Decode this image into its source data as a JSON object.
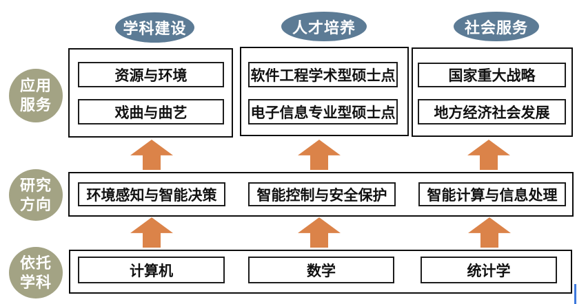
{
  "diagram": {
    "column_headers": [
      "学科建设",
      "人才培养",
      "社会服务"
    ],
    "level_badges": [
      [
        "应用",
        "服务"
      ],
      [
        "研究",
        "方向"
      ],
      [
        "依托",
        "学科"
      ]
    ],
    "application_groups": [
      [
        "资源与环境",
        "戏曲与曲艺"
      ],
      [
        "软件工程学术型硕士点",
        "电子信息专业型硕士点"
      ],
      [
        "国家重大战略",
        "地方经济社会发展"
      ]
    ],
    "research_items": [
      "环境感知与智能决策",
      "智能控制与安全保护",
      "智能计算与信息处理"
    ],
    "discipline_items": [
      "计算机",
      "数学",
      "统计学"
    ],
    "colors": {
      "header_badge": "#5C7B95",
      "level_badge": "#A3A384",
      "arrow": "#DB8349",
      "box_border": "#0d0d0d",
      "cursor_mark": "#3C78DC"
    }
  }
}
